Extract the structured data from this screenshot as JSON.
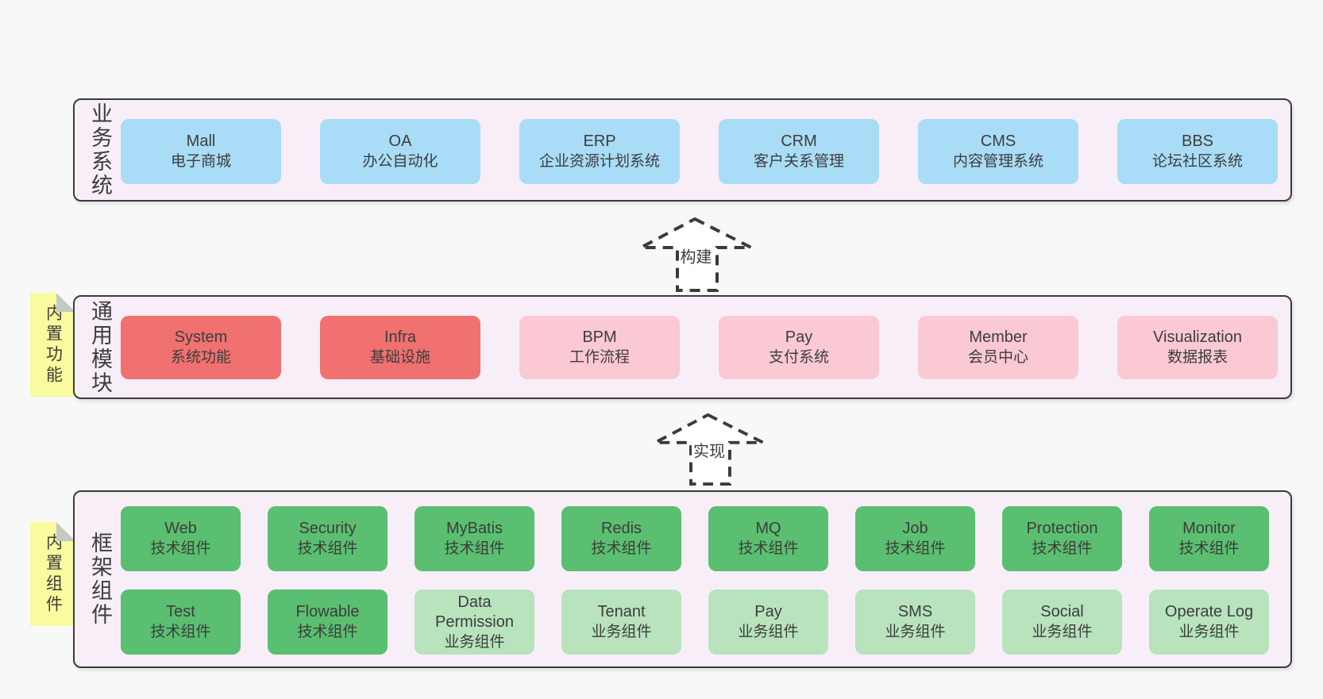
{
  "colors": {
    "page_background": "#f8f8f8",
    "layer_background": "#f8eef8",
    "layer_border": "#3b3b3b",
    "box_blue": "#a9dcf6",
    "box_red": "#f0716f",
    "box_pink": "#fac9d3",
    "box_green_dark": "#5abf70",
    "box_green_light": "#b8e3bd",
    "sticky_note_yellow": "#fafa9e",
    "sticky_note_fold": "#c5c9c6",
    "text": "#3d3d3d"
  },
  "arrows": [
    {
      "label": "构建"
    },
    {
      "label": "实现"
    }
  ],
  "layers": [
    {
      "label": "业务系统",
      "boxes": [
        {
          "title": "Mall",
          "subtitle": "电子商城"
        },
        {
          "title": "OA",
          "subtitle": "办公自动化"
        },
        {
          "title": "ERP",
          "subtitle": "企业资源计划系统"
        },
        {
          "title": "CRM",
          "subtitle": "客户关系管理"
        },
        {
          "title": "CMS",
          "subtitle": "内容管理系统"
        },
        {
          "title": "BBS",
          "subtitle": "论坛社区系统"
        }
      ]
    },
    {
      "label": "通用模块",
      "note": "内置功能",
      "boxes": [
        {
          "title": "System",
          "subtitle": "系统功能"
        },
        {
          "title": "Infra",
          "subtitle": "基础设施"
        },
        {
          "title": "BPM",
          "subtitle": "工作流程"
        },
        {
          "title": "Pay",
          "subtitle": "支付系统"
        },
        {
          "title": "Member",
          "subtitle": "会员中心"
        },
        {
          "title": "Visualization",
          "subtitle": "数据报表"
        }
      ]
    },
    {
      "label": "框架组件",
      "note": "内置组件",
      "rows": [
        [
          {
            "title": "Web",
            "subtitle": "技术组件"
          },
          {
            "title": "Security",
            "subtitle": "技术组件"
          },
          {
            "title": "MyBatis",
            "subtitle": "技术组件"
          },
          {
            "title": "Redis",
            "subtitle": "技术组件"
          },
          {
            "title": "MQ",
            "subtitle": "技术组件"
          },
          {
            "title": "Job",
            "subtitle": "技术组件"
          },
          {
            "title": "Protection",
            "subtitle": "技术组件"
          },
          {
            "title": "Monitor",
            "subtitle": "技术组件"
          }
        ],
        [
          {
            "title": "Test",
            "subtitle": "技术组件"
          },
          {
            "title": "Flowable",
            "subtitle": "技术组件"
          },
          {
            "title": "Data Permission",
            "subtitle": "业务组件"
          },
          {
            "title": "Tenant",
            "subtitle": "业务组件"
          },
          {
            "title": "Pay",
            "subtitle": "业务组件"
          },
          {
            "title": "SMS",
            "subtitle": "业务组件"
          },
          {
            "title": "Social",
            "subtitle": "业务组件"
          },
          {
            "title": "Operate Log",
            "subtitle": "业务组件"
          }
        ]
      ]
    }
  ]
}
